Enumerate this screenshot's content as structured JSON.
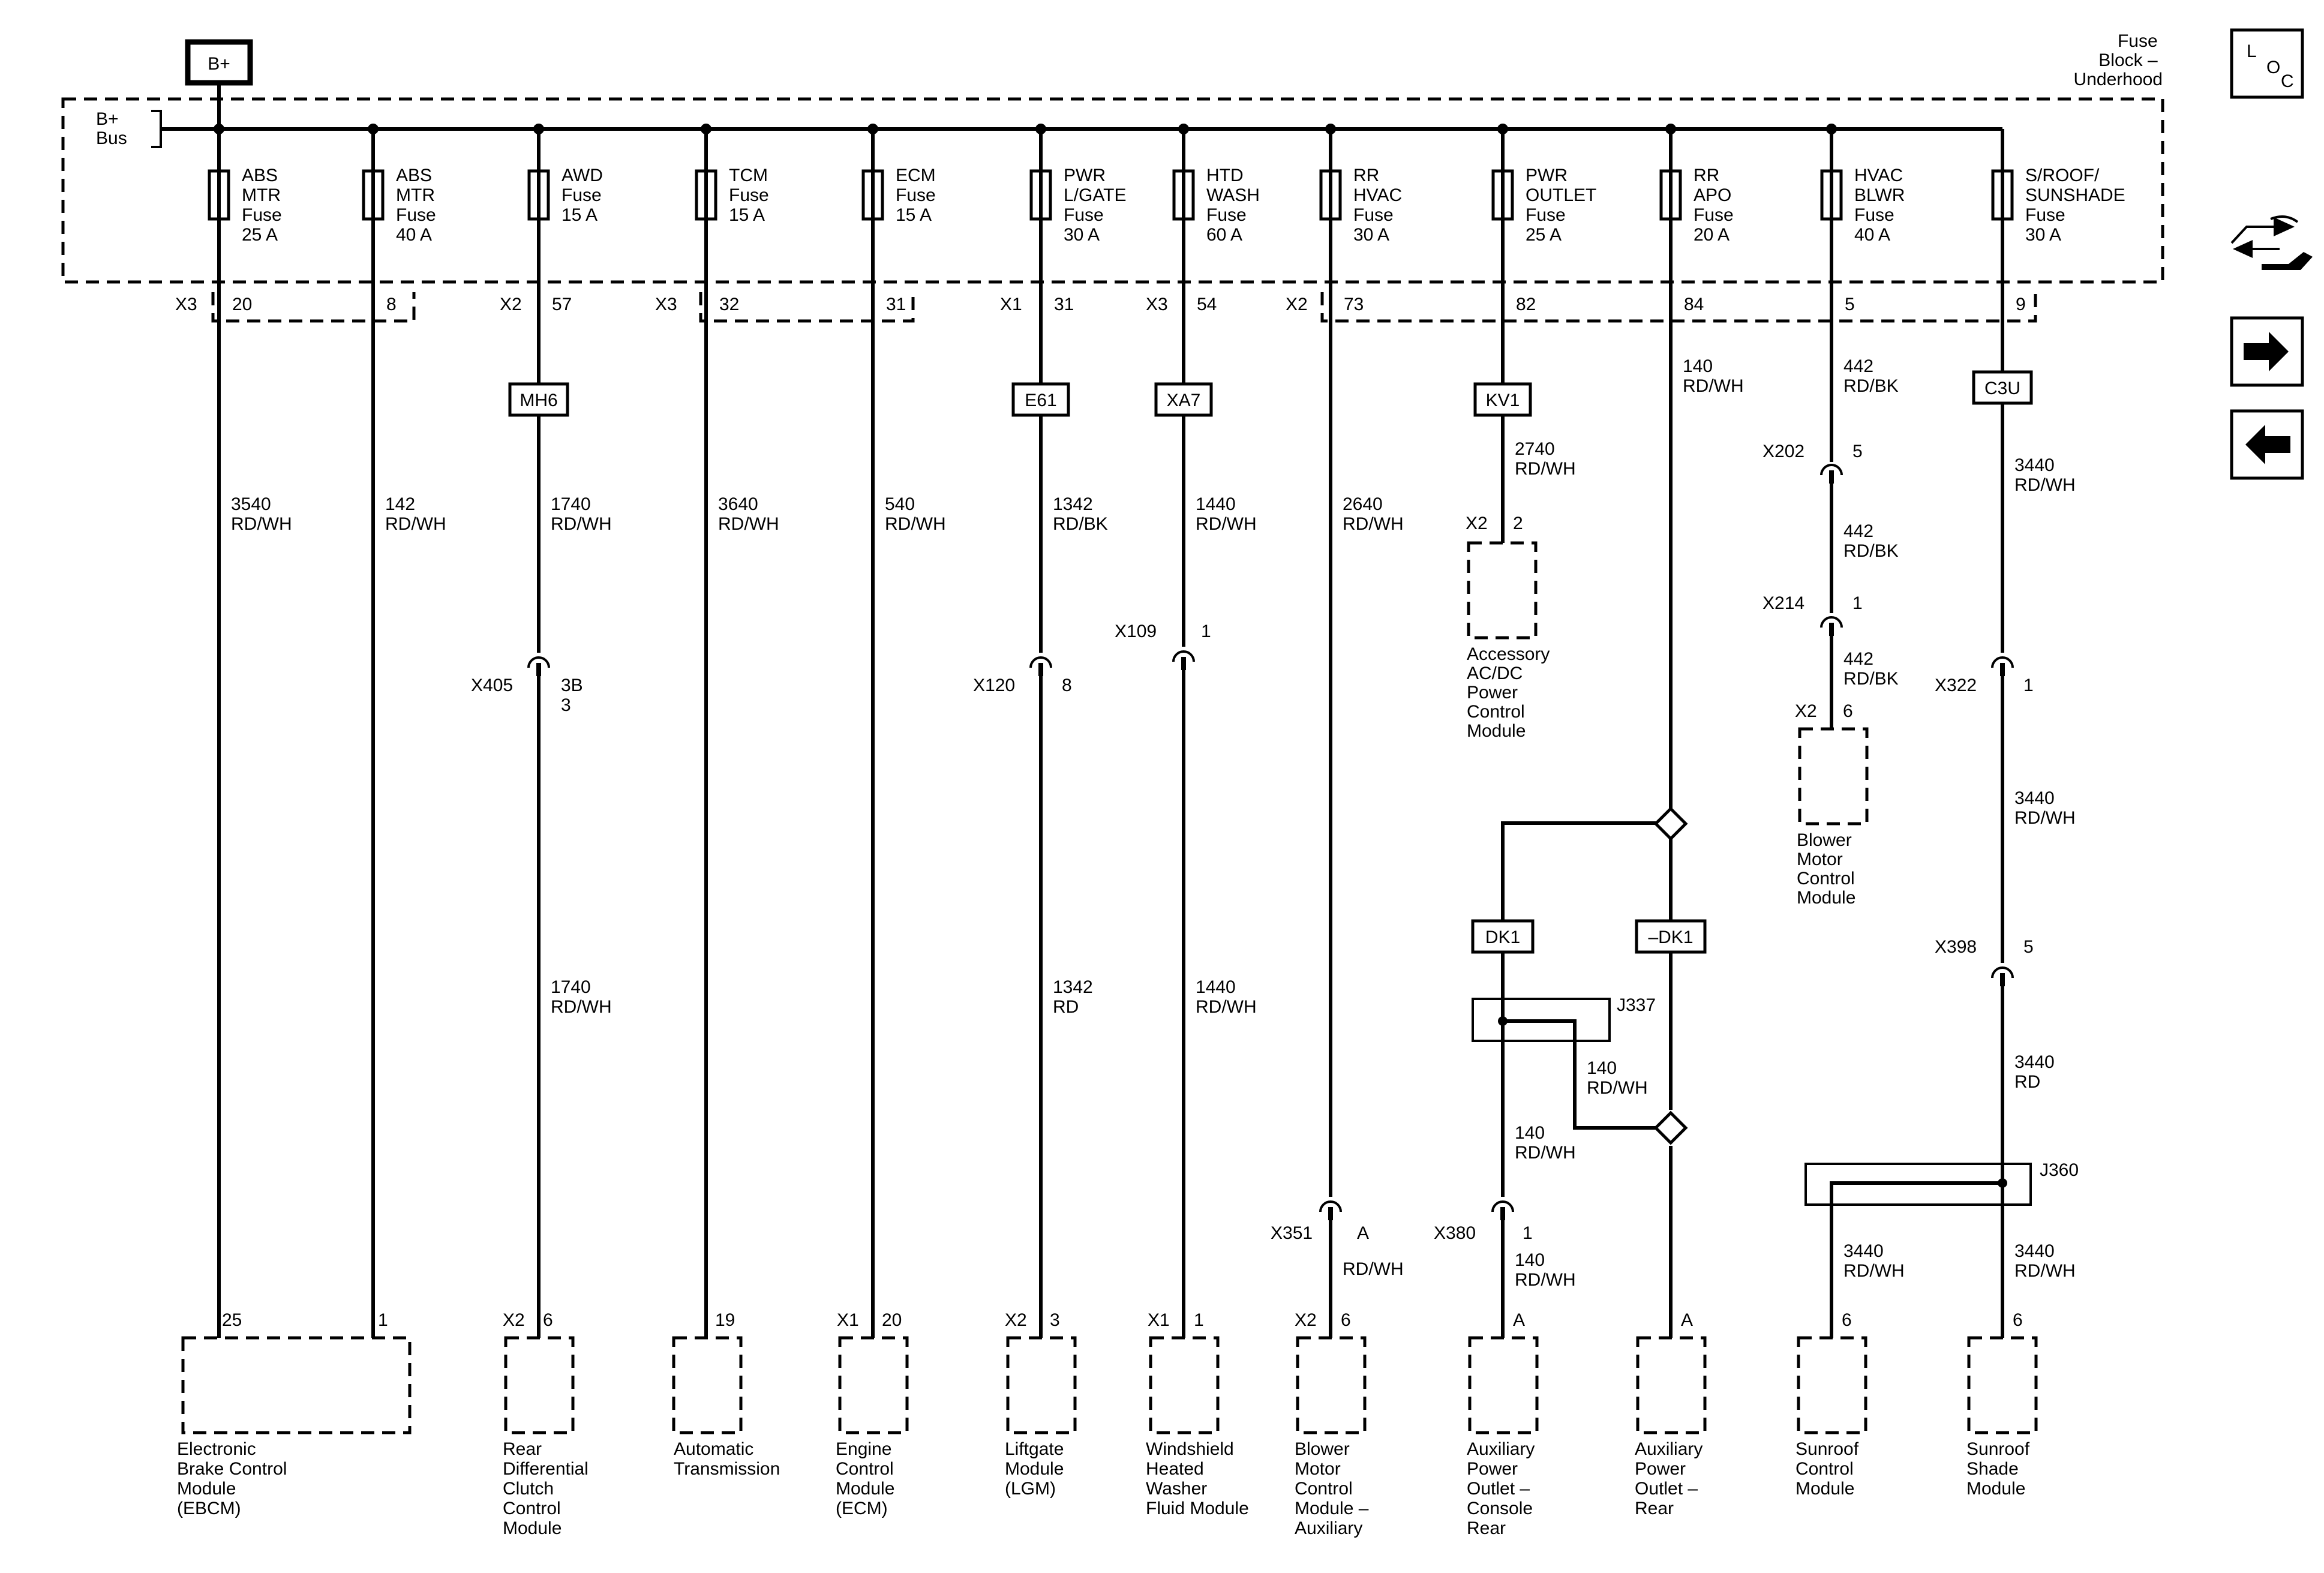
{
  "header": {
    "b_plus": "B+",
    "bus_label": [
      "B+",
      "Bus"
    ],
    "fuse_block": [
      "Fuse",
      "Block –",
      "Underhood"
    ]
  },
  "side_icons": {
    "loc": [
      "L",
      "O",
      "C"
    ],
    "icons": [
      "connector-tool-icon",
      "arrow-right-icon",
      "arrow-left-icon"
    ]
  },
  "fuses": [
    {
      "lines": [
        "ABS",
        "MTR",
        "Fuse",
        "25 A"
      ]
    },
    {
      "lines": [
        "ABS",
        "MTR",
        "Fuse",
        "40 A"
      ]
    },
    {
      "lines": [
        "AWD",
        "Fuse",
        "15 A"
      ]
    },
    {
      "lines": [
        "TCM",
        "Fuse",
        "15 A"
      ]
    },
    {
      "lines": [
        "ECM",
        "Fuse",
        "15 A"
      ]
    },
    {
      "lines": [
        "PWR",
        "L/GATE",
        "Fuse",
        "30 A"
      ]
    },
    {
      "lines": [
        "HTD",
        "WASH",
        "Fuse",
        "60 A"
      ]
    },
    {
      "lines": [
        "RR",
        "HVAC",
        "Fuse",
        "30 A"
      ]
    },
    {
      "lines": [
        "PWR",
        "OUTLET",
        "Fuse",
        "25 A"
      ]
    },
    {
      "lines": [
        "RR",
        "APO",
        "Fuse",
        "20 A"
      ]
    },
    {
      "lines": [
        "HVAC",
        "BLWR",
        "Fuse",
        "40 A"
      ]
    },
    {
      "lines": [
        "S/ROOF/",
        "SUNSHADE",
        "Fuse",
        "30 A"
      ]
    }
  ],
  "fuse_connectors": [
    "X3",
    "X2",
    "X3",
    "X1",
    "X3",
    "X2"
  ],
  "fuse_pins": [
    "20",
    "8",
    "57",
    "32",
    "31",
    "31",
    "54",
    "73",
    "82",
    "84",
    "5",
    "9"
  ],
  "option_boxes": [
    "MH6",
    "E61",
    "XA7",
    "KV1",
    "C3U",
    "DK1",
    "–DK1"
  ],
  "wire_labels": [
    [
      "3540",
      "RD/WH"
    ],
    [
      "142",
      "RD/WH"
    ],
    [
      "1740",
      "RD/WH"
    ],
    [
      "3640",
      "RD/WH"
    ],
    [
      "540",
      "RD/WH"
    ],
    [
      "1342",
      "RD/BK"
    ],
    [
      "1440",
      "RD/WH"
    ],
    [
      "2640",
      "RD/WH"
    ],
    [
      "2740",
      "RD/WH"
    ],
    [
      "140",
      "RD/WH"
    ],
    [
      "442",
      "RD/BK"
    ],
    [
      "3440",
      "RD/WH"
    ],
    [
      "442",
      "RD/BK"
    ],
    [
      "442",
      "RD/BK"
    ],
    [
      "3440",
      "RD/WH"
    ],
    [
      "1740",
      "RD/WH"
    ],
    [
      "1342",
      "RD"
    ],
    [
      "1440",
      "RD/WH"
    ],
    [
      "140",
      "RD/WH"
    ],
    [
      "140",
      "RD/WH"
    ],
    [
      "3440",
      "RD"
    ],
    [
      "RD/WH"
    ],
    [
      "140",
      "RD/WH"
    ],
    [
      "3440",
      "RD/WH"
    ],
    [
      "3440",
      "RD/WH"
    ]
  ],
  "inline_connectors": [
    {
      "name": "X405",
      "pins": [
        "3B",
        "3"
      ]
    },
    {
      "name": "X109",
      "pins": [
        "1"
      ]
    },
    {
      "name": "X120",
      "pins": [
        "8"
      ]
    },
    {
      "name": "X202",
      "pins": [
        "5"
      ]
    },
    {
      "name": "X214",
      "pins": [
        "1"
      ]
    },
    {
      "name": "X322",
      "pins": [
        "1"
      ]
    },
    {
      "name": "X398",
      "pins": [
        "5"
      ]
    },
    {
      "name": "X351",
      "pins": [
        "A"
      ]
    },
    {
      "name": "X380",
      "pins": [
        "1"
      ]
    }
  ],
  "splices": [
    "J337",
    "J360"
  ],
  "accessory_module": {
    "conn": "X2",
    "pin": "2",
    "lines": [
      "Accessory",
      "AC/DC",
      "Power",
      "Control",
      "Module"
    ]
  },
  "blower_module": {
    "conn": "X2",
    "pin": "6",
    "lines": [
      "Blower",
      "Motor",
      "Control",
      "Module"
    ]
  },
  "bottom_modules": [
    {
      "conn": "",
      "pins": [
        "25",
        "1"
      ],
      "lines": [
        "Electronic",
        "Brake Control",
        "Module",
        "(EBCM)"
      ]
    },
    {
      "conn": "X2",
      "pins": [
        "6"
      ],
      "lines": [
        "Rear",
        "Differential",
        "Clutch",
        "Control",
        "Module"
      ]
    },
    {
      "conn": "",
      "pins": [
        "19"
      ],
      "lines": [
        "Automatic",
        "Transmission"
      ]
    },
    {
      "conn": "X1",
      "pins": [
        "20"
      ],
      "lines": [
        "Engine",
        "Control",
        "Module",
        "(ECM)"
      ]
    },
    {
      "conn": "X2",
      "pins": [
        "3"
      ],
      "lines": [
        "Liftgate",
        "Module",
        "(LGM)"
      ]
    },
    {
      "conn": "X1",
      "pins": [
        "1"
      ],
      "lines": [
        "Windshield",
        "Heated",
        "Washer",
        "Fluid Module"
      ]
    },
    {
      "conn": "X2",
      "pins": [
        "6"
      ],
      "lines": [
        "Blower",
        "Motor",
        "Control",
        "Module –",
        "Auxiliary"
      ]
    },
    {
      "conn": "",
      "pins": [
        "A"
      ],
      "lines": [
        "Auxiliary",
        "Power",
        "Outlet –",
        "Console",
        "Rear"
      ]
    },
    {
      "conn": "",
      "pins": [
        "A"
      ],
      "lines": [
        "Auxiliary",
        "Power",
        "Outlet –",
        "Rear"
      ]
    },
    {
      "conn": "",
      "pins": [
        "6"
      ],
      "lines": [
        "Sunroof",
        "Control",
        "Module"
      ]
    },
    {
      "conn": "",
      "pins": [
        "6"
      ],
      "lines": [
        "Sunroof",
        "Shade",
        "Module"
      ]
    }
  ]
}
